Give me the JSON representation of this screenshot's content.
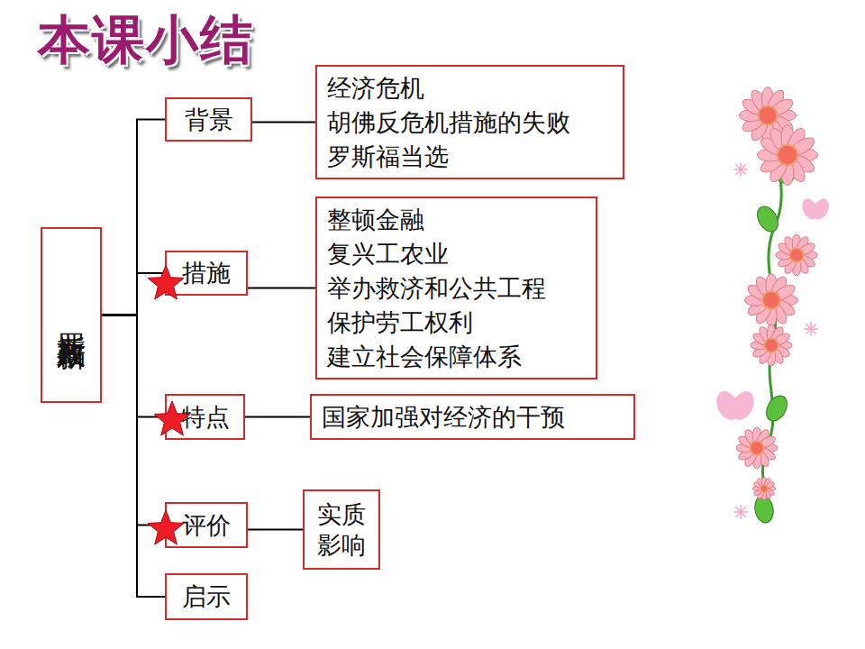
{
  "diagram": {
    "title": "本课小结",
    "nodes": [
      {
        "text": [
          "罗斯福新政"
        ]
      },
      {
        "text": [
          "背景"
        ]
      },
      {
        "text": [
          "经济危机",
          "胡佛反危机措施的失败",
          "罗斯福当选"
        ]
      },
      {
        "text": [
          "措施"
        ]
      },
      {
        "text": [
          "整顿金融",
          "复兴工农业",
          "举办救济和公共工程",
          "保护劳工权利",
          "建立社会保障体系"
        ]
      },
      {
        "text": [
          "特点"
        ]
      },
      {
        "text": [
          "国家加强对经济的干预"
        ]
      },
      {
        "text": [
          "评价"
        ]
      },
      {
        "text": [
          "实质",
          "影响"
        ]
      },
      {
        "text": [
          "启示"
        ]
      }
    ],
    "edges": [
      {
        "from": 0,
        "to": 1,
        "arrow": "none"
      },
      {
        "from": 1,
        "to": 2,
        "arrow": "none"
      },
      {
        "from": 0,
        "to": 3,
        "arrow": "none"
      },
      {
        "from": 3,
        "to": 4,
        "arrow": "none"
      },
      {
        "from": 0,
        "to": 5,
        "arrow": "none"
      },
      {
        "from": 5,
        "to": 6,
        "arrow": "none"
      },
      {
        "from": 0,
        "to": 7,
        "arrow": "none"
      },
      {
        "from": 7,
        "to": 8,
        "arrow": "none"
      },
      {
        "from": 0,
        "to": 9,
        "arrow": "none"
      }
    ]
  }
}
